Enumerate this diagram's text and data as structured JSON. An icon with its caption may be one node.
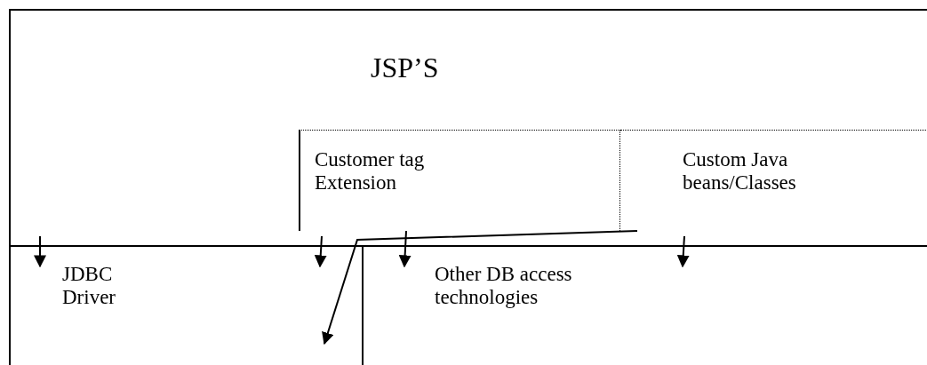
{
  "diagram": {
    "nodes": [
      {
        "text": [
          "JSP’S"
        ]
      },
      {
        "text": [
          "Customer tag Extension"
        ],
        "in": 0
      },
      {
        "text": [
          "Custom Java beans/Classes"
        ],
        "in": 0
      },
      {
        "text": [
          "JDBC Driver"
        ]
      },
      {
        "text": [
          "Other DB access technologies"
        ]
      }
    ],
    "edges": [
      {
        "from": 0,
        "to": 3,
        "arrow": "to"
      },
      {
        "from": 1,
        "to": 3,
        "arrow": "to"
      },
      {
        "from": 1,
        "to": 4,
        "arrow": "to"
      },
      {
        "from": 2,
        "to": 4,
        "arrow": "to"
      },
      {
        "from": 2,
        "to": 3,
        "arrow": "to"
      }
    ]
  }
}
